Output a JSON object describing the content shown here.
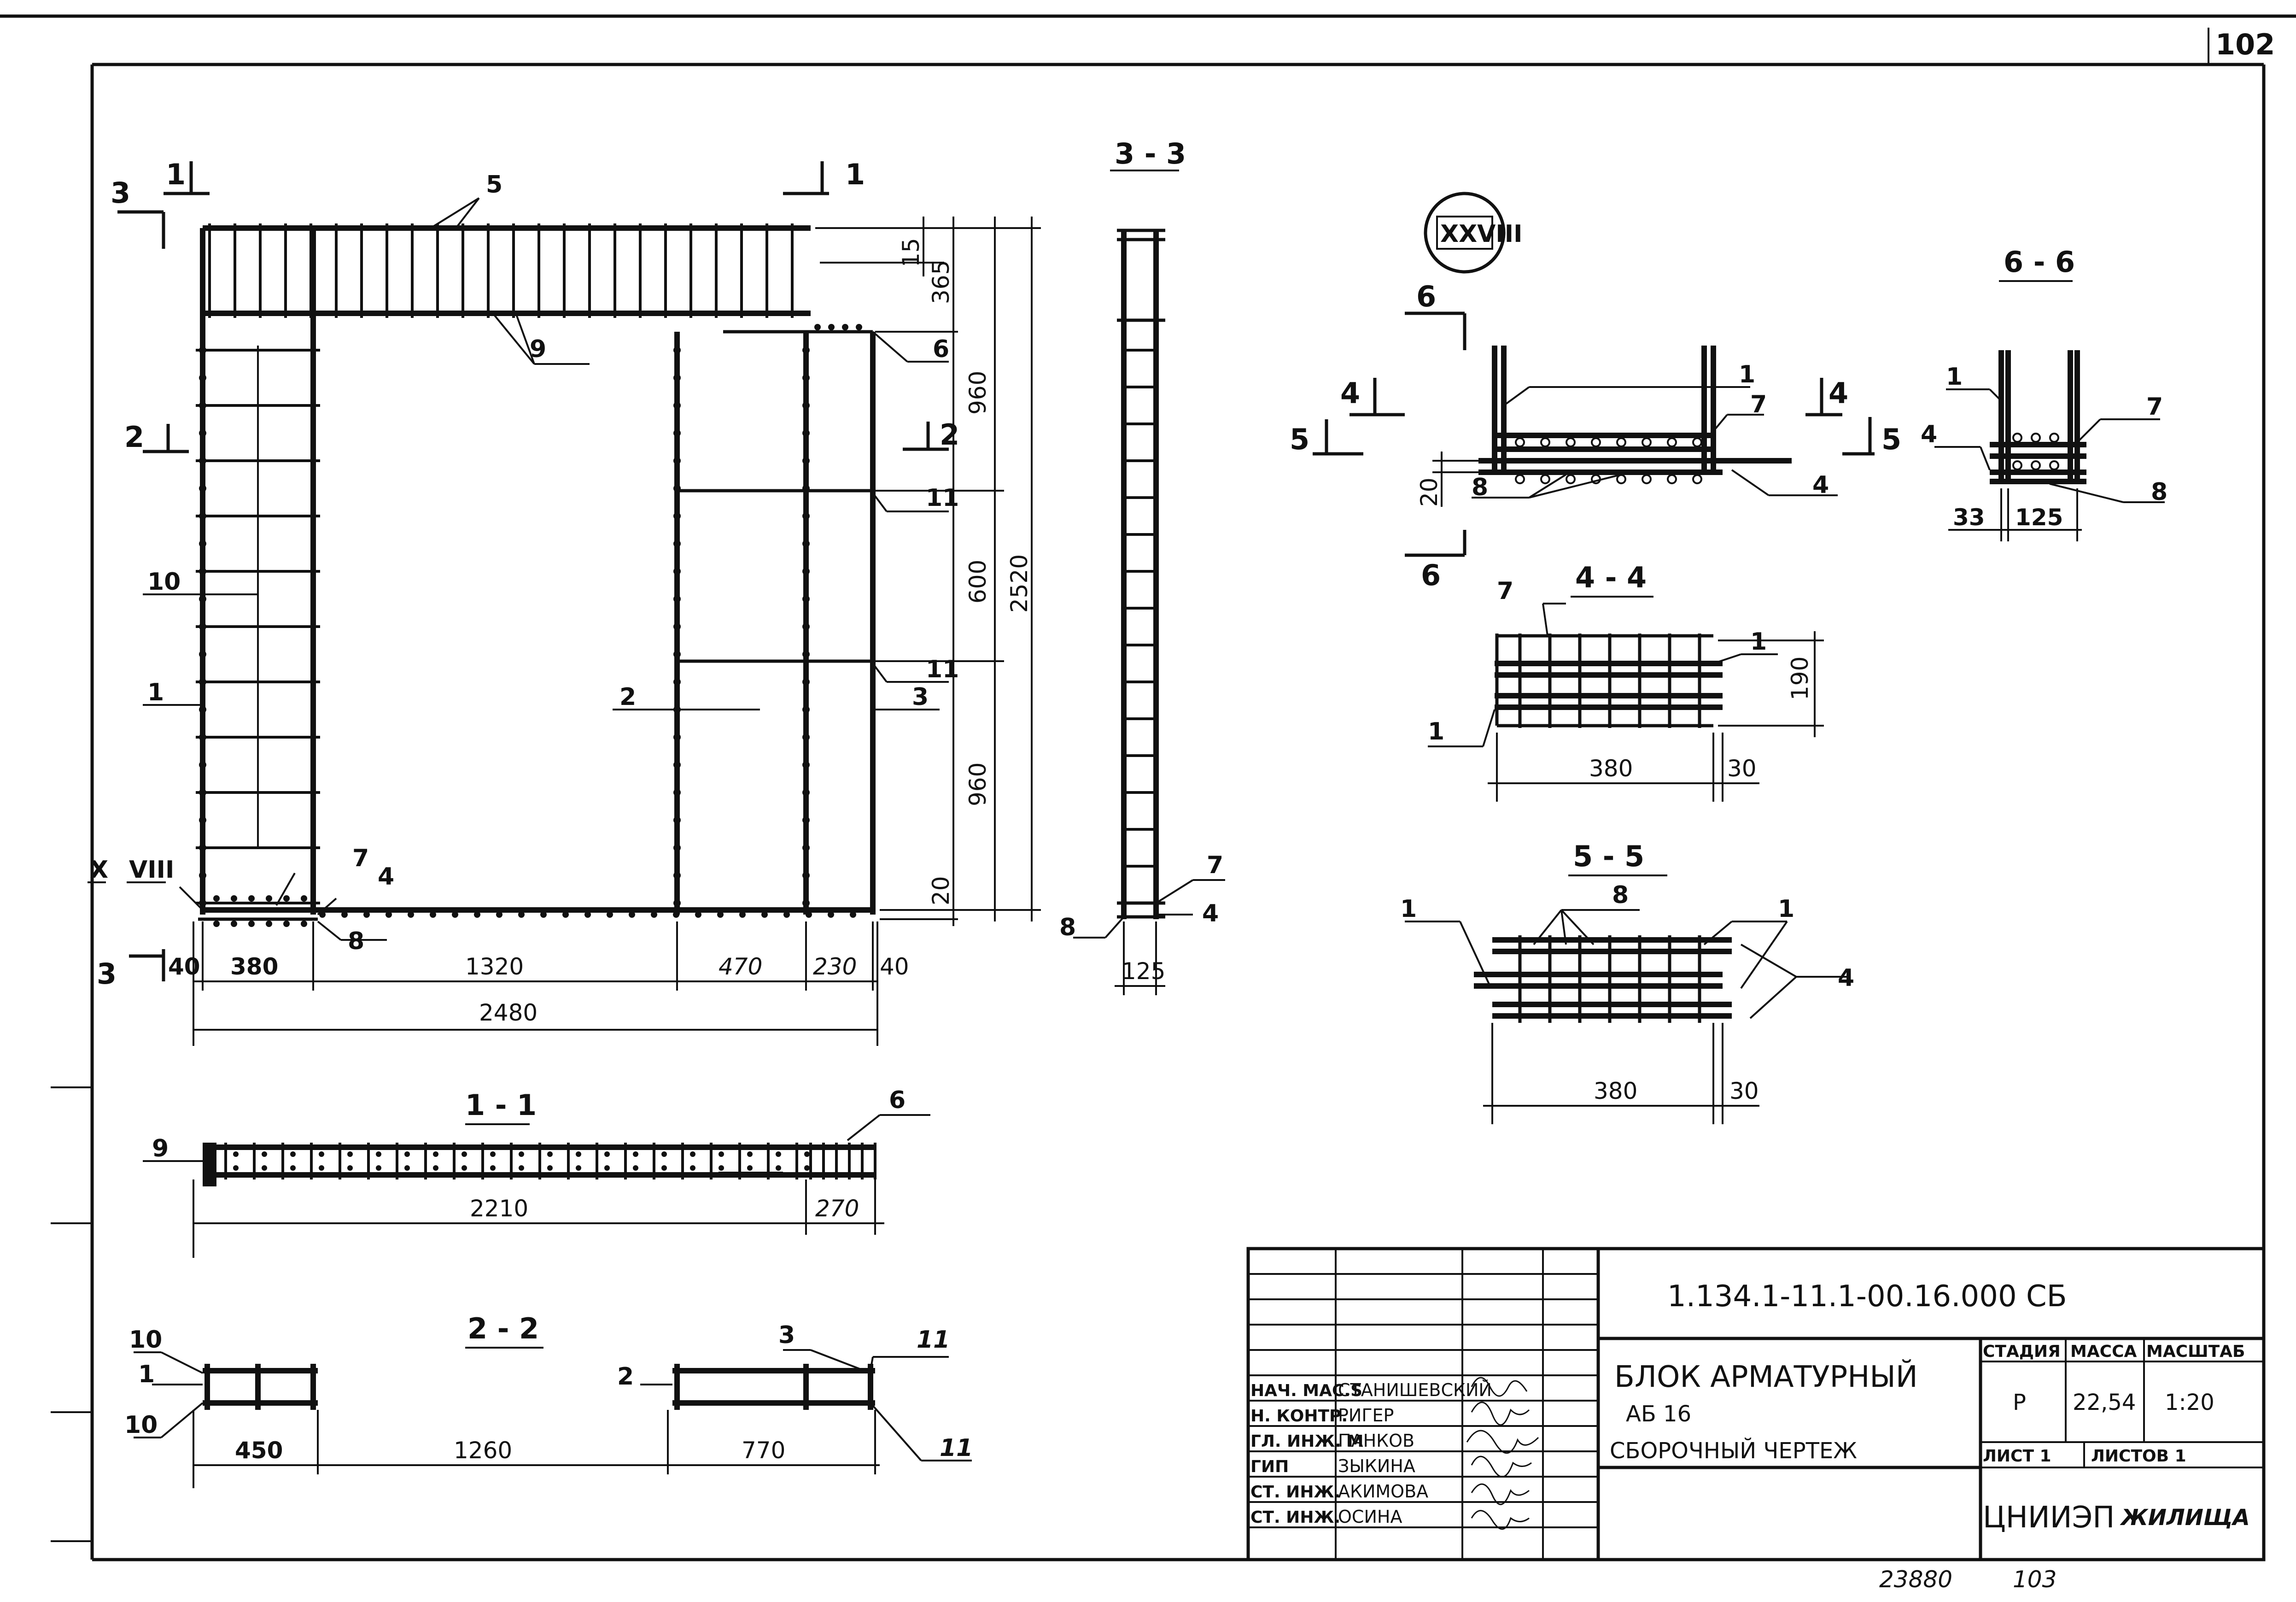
{
  "sheet_number": "102",
  "page_footer": {
    "left": "23880",
    "right": "103"
  },
  "badge": "XXVIII",
  "axis_marks": {
    "x": "X",
    "viii": "VIII"
  },
  "main_view": {
    "callouts": [
      "1",
      "2",
      "3",
      "4",
      "5",
      "6",
      "7",
      "8",
      "9",
      "10",
      "11"
    ],
    "dims_bottom": [
      "40",
      "380",
      "1320",
      "470",
      "230",
      "40"
    ],
    "dim_total": "2480",
    "dims_right": [
      "15",
      "365",
      "960",
      "600",
      "960",
      "20"
    ],
    "dim_right_total": "2520"
  },
  "cut_marks": {
    "c1": "1",
    "c2": "2",
    "c3": "3",
    "c4": "4",
    "c5": "5",
    "c6": "6"
  },
  "section_3_3": {
    "title": "3 - 3",
    "dim": "125",
    "labels": [
      "7",
      "4",
      "8"
    ]
  },
  "section_6_6_small": {
    "title": "6 - 6",
    "dims": [
      "33",
      "125"
    ],
    "labels": [
      "1",
      "7",
      "4",
      "8"
    ]
  },
  "section_6_6_large": {
    "labels": [
      "1",
      "7",
      "4",
      "8"
    ],
    "dim": "20"
  },
  "section_4_4": {
    "title": "4 - 4",
    "dims": [
      "380",
      "30",
      "190"
    ],
    "labels": [
      "7",
      "1",
      "1"
    ]
  },
  "section_5_5": {
    "title": "5 - 5",
    "dims": [
      "380",
      "30"
    ],
    "labels": [
      "1",
      "8",
      "1",
      "4"
    ]
  },
  "section_1_1": {
    "title": "1 - 1",
    "dims": [
      "2210",
      "270"
    ],
    "labels": [
      "9",
      "6"
    ]
  },
  "section_2_2": {
    "title": "2 - 2",
    "dims": [
      "450",
      "1260",
      "770"
    ],
    "labels": [
      "10",
      "1",
      "10",
      "2",
      "3",
      "11",
      "11"
    ]
  },
  "title_block": {
    "doc_code": "1.134.1-11.1-00.16.000 СБ",
    "roles": [
      "НАЧ. МАС.S",
      "Н. КОНТР.",
      "ГЛ. ИНЖ. М",
      "ГИП",
      "СТ. ИНЖ.",
      "СТ. ИНЖ."
    ],
    "names": [
      "СТАНИШЕВСКИЙ",
      "РИГЕР",
      "ПАНКОВ",
      "ЗЫКИНА",
      "АКИМОВА",
      "ОСИНА"
    ],
    "title_line1": "БЛОК АРМАТУРНЫЙ",
    "title_line2": "АБ 16",
    "title_line3": "СБОРОЧНЫЙ ЧЕРТЕЖ",
    "stage_header": "СТАДИЯ",
    "mass_header": "МАССА",
    "scale_header": "МАСШТАБ",
    "stage": "Р",
    "mass": "22,54",
    "scale": "1:20",
    "sheet_label": "ЛИСТ 1",
    "sheets_label": "ЛИСТОВ 1",
    "org_part1": "ЦНИИЭП",
    "org_part2": "ЖИЛИЩА"
  }
}
